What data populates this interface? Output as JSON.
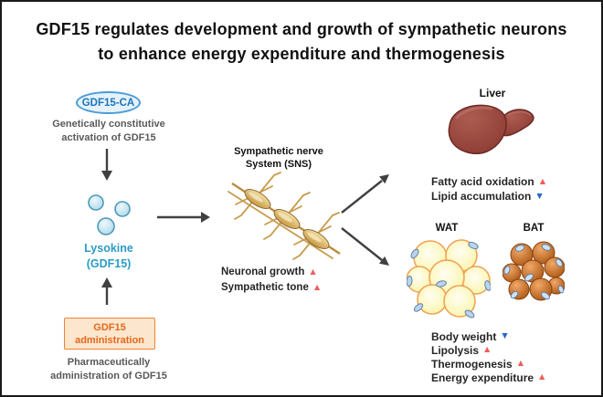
{
  "title": {
    "line1": "GDF15 regulates development and growth of sympathetic neurons",
    "line2": "to enhance energy expenditure and thermogenesis"
  },
  "icons": {
    "up": "▲",
    "down": "▼"
  },
  "colors": {
    "badge_blue_border": "#4a9cd6",
    "badge_blue_fill": "#e6f2fb",
    "badge_blue_text": "#1b75bb",
    "lysokine_text": "#2b9cc4",
    "caption_gray": "#595959",
    "orange_border": "#f08232",
    "orange_fill": "#fce6ce",
    "orange_text": "#e5671a",
    "arrow_gray": "#404040",
    "up_triangle_red": "#f15b5b",
    "down_triangle_blue": "#2468c8",
    "liver_fill": "#9c463f",
    "wat_fill": "#fbf59e",
    "bat_fill": "#c06a1e"
  },
  "genetic_pathway": {
    "badge": "GDF15-CA",
    "caption_line1": "Genetically constitutive",
    "caption_line2": "activation of GDF15"
  },
  "ligand": {
    "name_line1": "Lysokine",
    "name_line2": "(GDF15)"
  },
  "pharma_pathway": {
    "badge_line1": "GDF15",
    "badge_line2": "administration",
    "caption_line1": "Pharmaceutically",
    "caption_line2": "administration of GDF15"
  },
  "sns": {
    "title_line1": "Sympathetic nerve",
    "title_line2": "System (SNS)",
    "effects": [
      {
        "label": "Neuronal growth",
        "direction": "up"
      },
      {
        "label": "Sympathetic tone",
        "direction": "up"
      }
    ]
  },
  "liver": {
    "title": "Liver",
    "effects": [
      {
        "label": "Fatty acid oxidation",
        "direction": "up"
      },
      {
        "label": "Lipid accumulation",
        "direction": "down"
      }
    ]
  },
  "adipose": {
    "wat_label": "WAT",
    "bat_label": "BAT",
    "effects": [
      {
        "label": "Body weight",
        "direction": "down"
      },
      {
        "label": "Lipolysis",
        "direction": "up"
      },
      {
        "label": "Thermogenesis",
        "direction": "up"
      },
      {
        "label": "Energy expenditure",
        "direction": "up"
      }
    ]
  }
}
